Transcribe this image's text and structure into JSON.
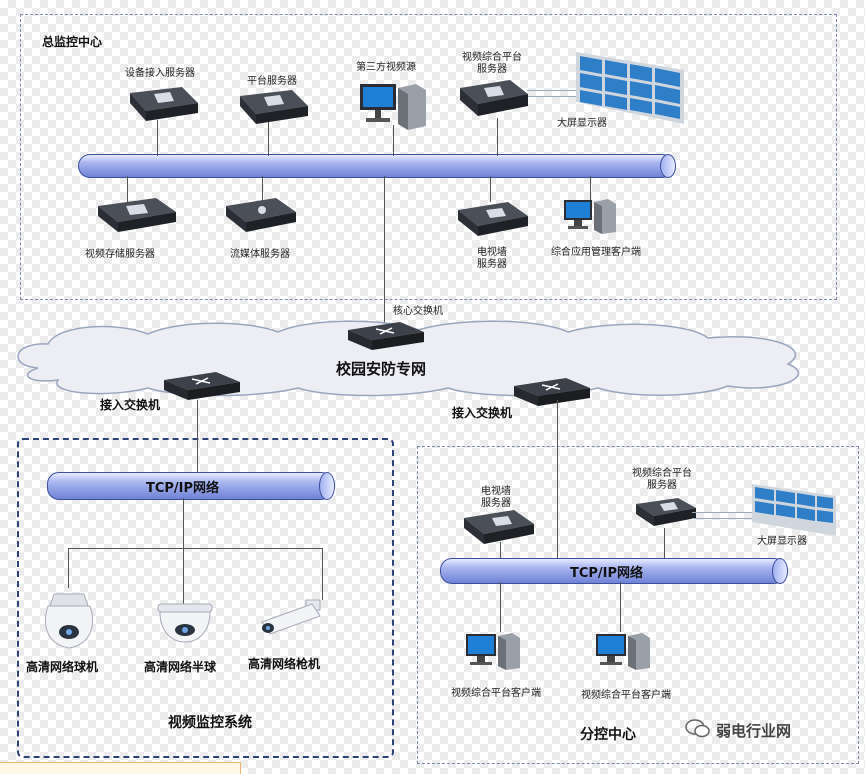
{
  "center": {
    "title": "总监控中心",
    "device_access_server": "设备接入服务器",
    "platform_server": "平台服务器",
    "third_party_source": "第三方视频源",
    "video_platform_server": "视频综合平台\n服务器",
    "video_wall": "大屏显示器",
    "video_storage_server": "视频存储服务器",
    "streaming_server": "流媒体服务器",
    "tv_wall_server": "电视墙\n服务器",
    "mgmt_client": "综合应用管理客户端"
  },
  "network": {
    "core_switch": "核心交换机",
    "campus_network": "校园安防专网",
    "access_switch_left": "接入交换机",
    "access_switch_right": "接入交换机"
  },
  "video_system": {
    "tcpip": "TCP/IP网络",
    "dome_camera": "高清网络球机",
    "half_dome_camera": "高清网络半球",
    "bullet_camera": "高清网络枪机",
    "title": "视频监控系统"
  },
  "branch": {
    "tcpip": "TCP/IP网络",
    "tv_wall_server": "电视墙\n服务器",
    "video_platform_server": "视频综合平台\n服务器",
    "video_wall": "大屏显示器",
    "client_left": "视频综合平台客户端",
    "client_right": "视频综合平台客户端",
    "title": "分控中心"
  },
  "watermark": "弱电行业网"
}
